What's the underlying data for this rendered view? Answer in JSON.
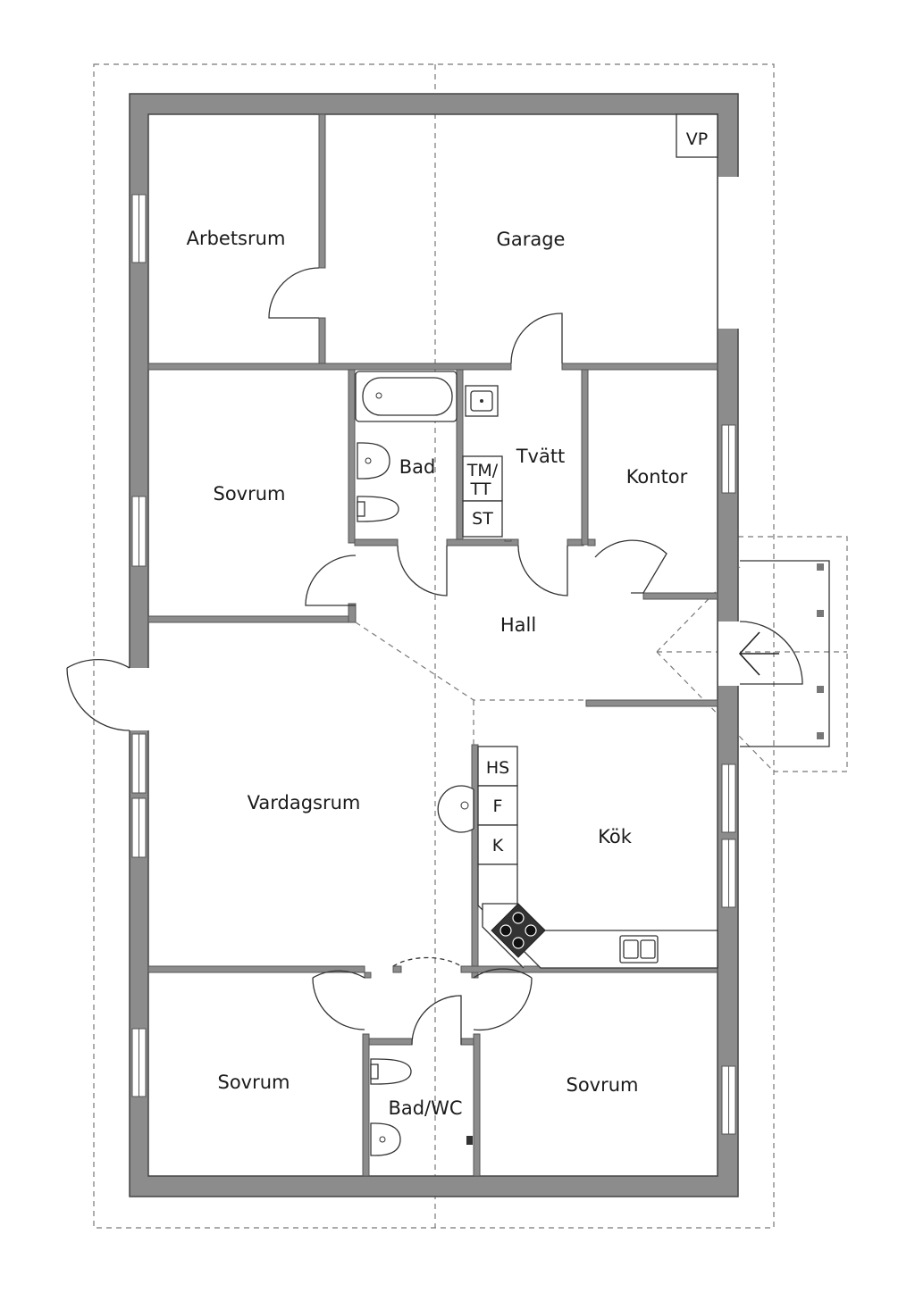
{
  "rooms": {
    "arbetsrum": "Arbetsrum",
    "garage": "Garage",
    "sovrum_1": "Sovrum",
    "bad": "Bad",
    "tvatt": "Tvätt",
    "kontor": "Kontor",
    "hall": "Hall",
    "vardagsrum": "Vardagsrum",
    "kok": "Kök",
    "sovrum_2": "Sovrum",
    "bad_wc": "Bad/WC",
    "sovrum_3": "Sovrum"
  },
  "fixtures": {
    "vp": "VP",
    "tm": "TM/",
    "tt": "TT",
    "st": "ST",
    "hs": "HS",
    "f": "F",
    "k": "K"
  },
  "icons": {
    "entrance": "arrow-left-icon",
    "stove": "stove-icon",
    "sink": "sink-icon",
    "toilet": "toilet-icon",
    "bathtub": "bathtub-icon",
    "fireplace": "fireplace-icon"
  }
}
